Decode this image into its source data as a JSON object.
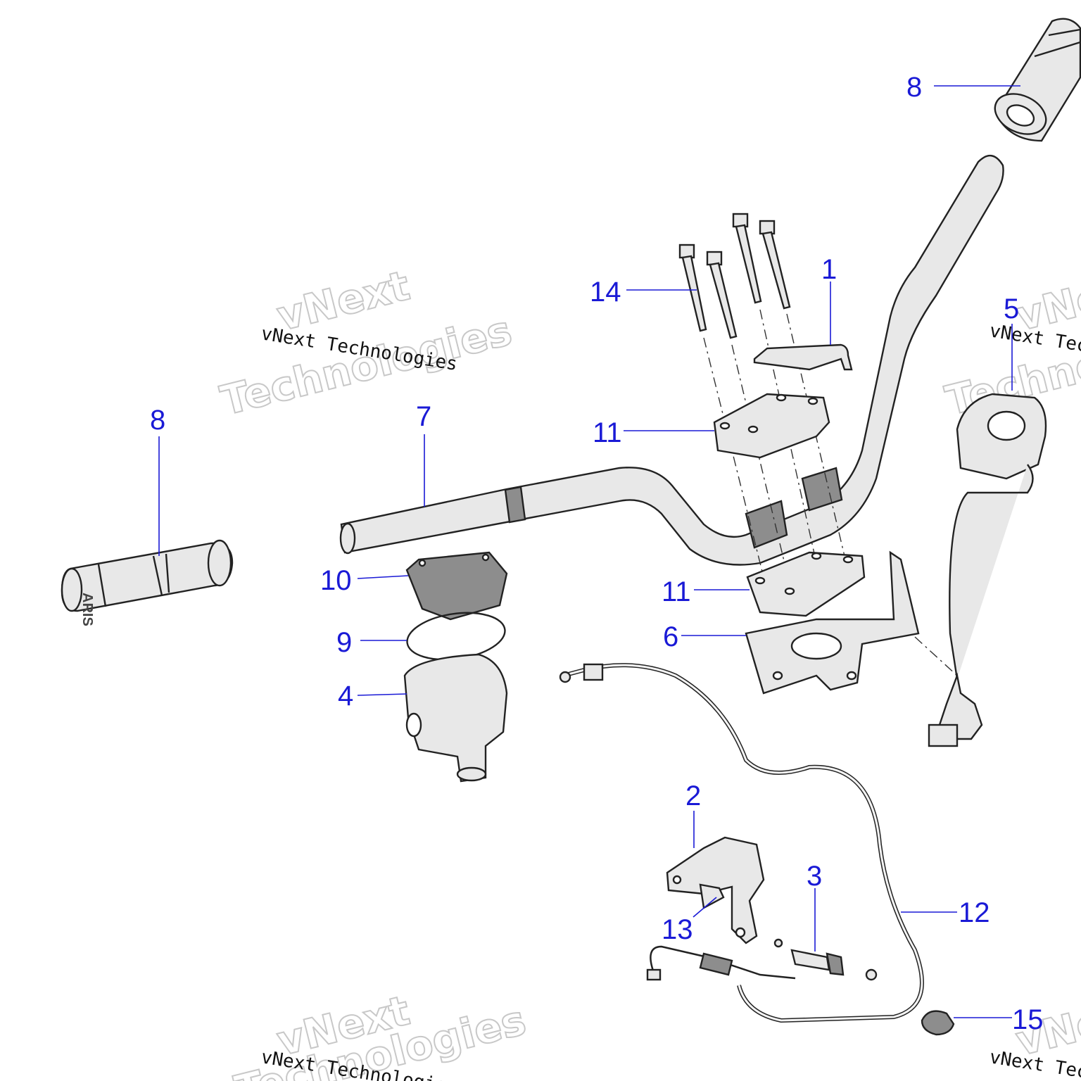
{
  "callouts": [
    {
      "id": "c1",
      "label": "1"
    },
    {
      "id": "c2",
      "label": "2"
    },
    {
      "id": "c3",
      "label": "3"
    },
    {
      "id": "c4",
      "label": "4"
    },
    {
      "id": "c5",
      "label": "5"
    },
    {
      "id": "c6",
      "label": "6"
    },
    {
      "id": "c7",
      "label": "7"
    },
    {
      "id": "c8a",
      "label": "8"
    },
    {
      "id": "c8b",
      "label": "8"
    },
    {
      "id": "c9",
      "label": "9"
    },
    {
      "id": "c10",
      "label": "10"
    },
    {
      "id": "c11a",
      "label": "11"
    },
    {
      "id": "c11b",
      "label": "11"
    },
    {
      "id": "c12",
      "label": "12"
    },
    {
      "id": "c13",
      "label": "13"
    },
    {
      "id": "c14",
      "label": "14"
    },
    {
      "id": "c15",
      "label": "15"
    }
  ],
  "watermark": {
    "line1": "vNext",
    "line2": "Technologies",
    "caption": "vNext Technologies"
  },
  "grip_logo_text": "ARIS",
  "colors": {
    "callout": "#1a1ad6",
    "outline": "#222222",
    "part_fill": "#e8e8e8",
    "dark_fill": "#8d8d8d",
    "watermark_outline": "#c8c8c8"
  }
}
